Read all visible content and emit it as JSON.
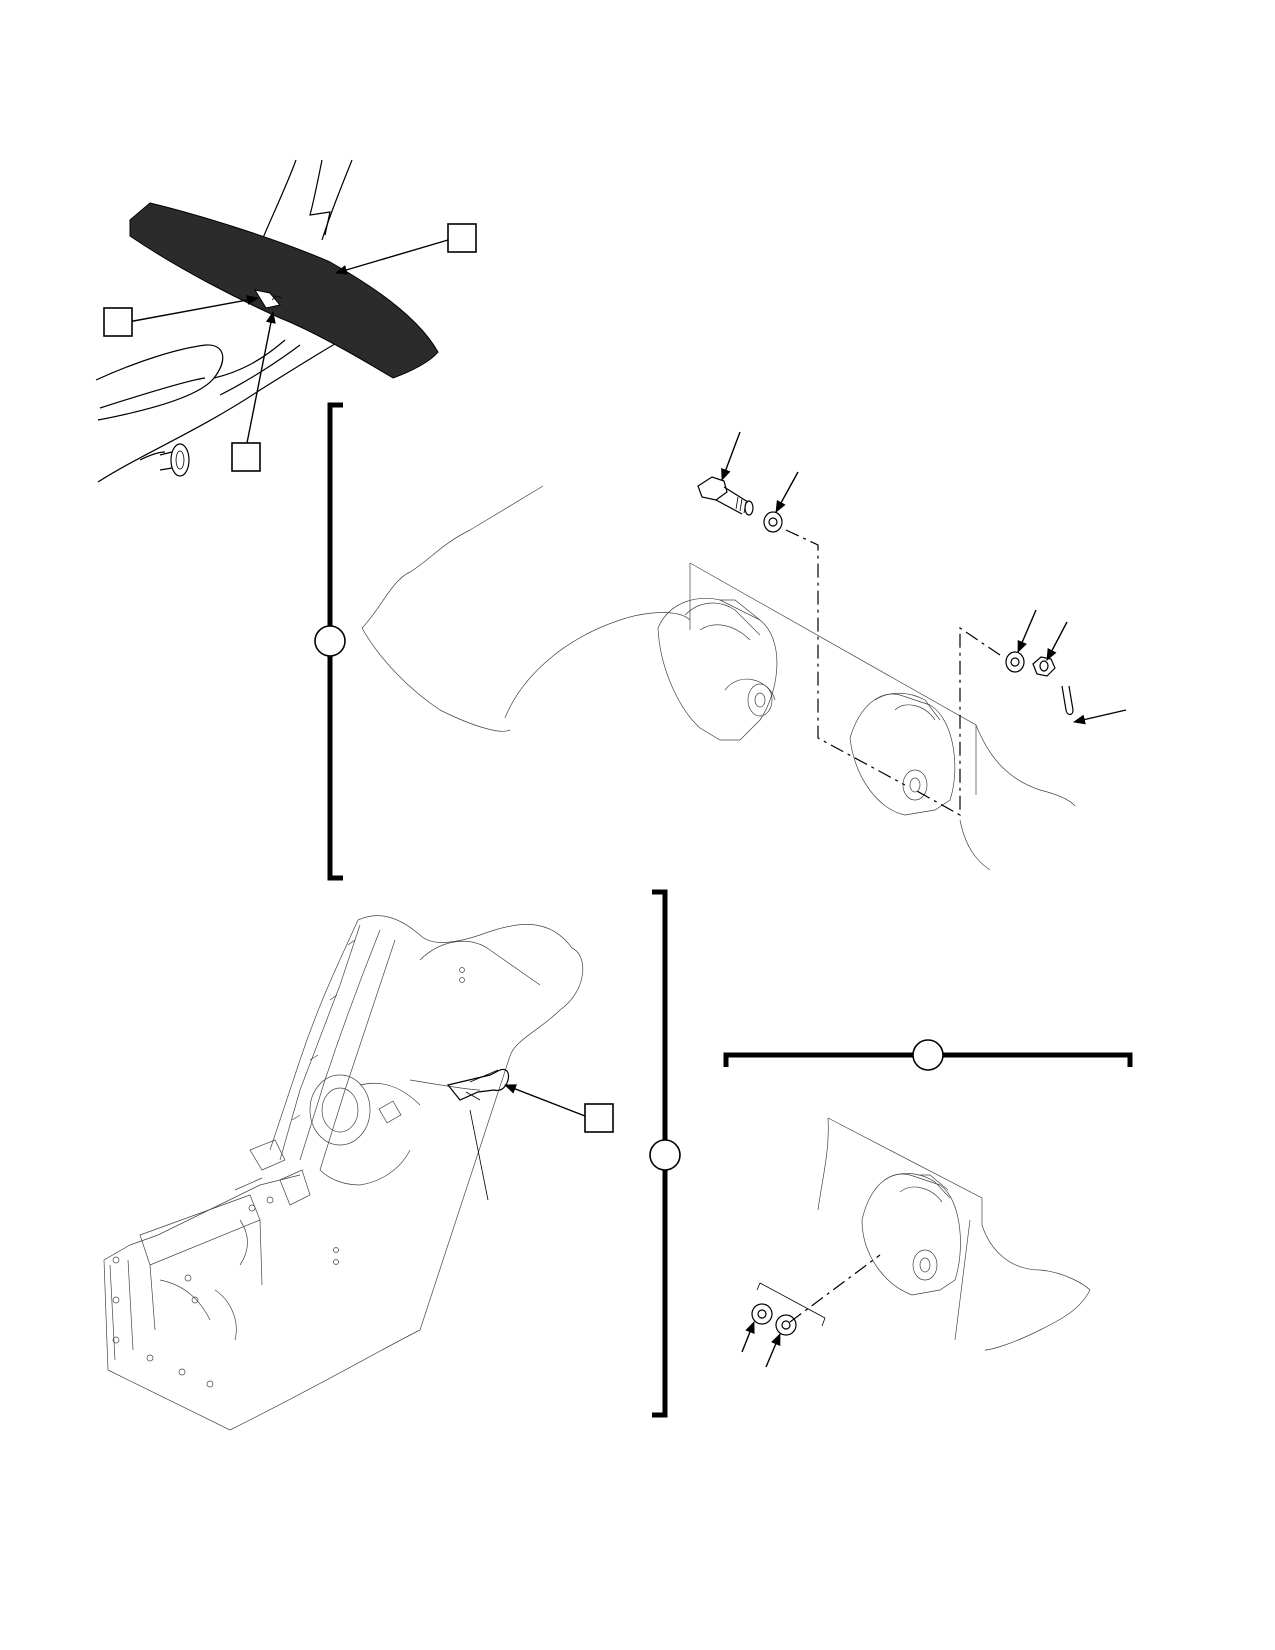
{
  "figure": {
    "views": [
      "detail-overview",
      "detail-hinge-exploded",
      "detail-seat-base",
      "detail-hinge-installed"
    ],
    "callouts": [
      {
        "id": "a",
        "text": ""
      },
      {
        "id": "b",
        "text": ""
      },
      {
        "id": "c",
        "text": ""
      },
      {
        "id": "d",
        "text": ""
      },
      {
        "id": "e",
        "text": ""
      },
      {
        "id": "f",
        "text": ""
      },
      {
        "id": "g",
        "text": ""
      },
      {
        "id": "h",
        "text": ""
      }
    ]
  }
}
